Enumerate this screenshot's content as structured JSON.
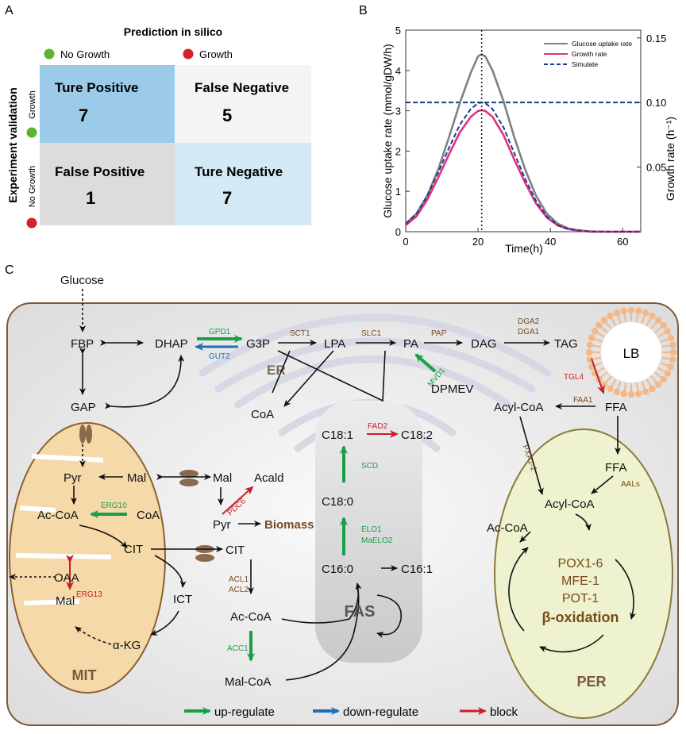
{
  "panel_a": {
    "letter": "A",
    "title": "Prediction in silico",
    "legend_no_growth": "No Growth",
    "legend_growth": "Growth",
    "colors": {
      "no_growth": "#5cb531",
      "growth": "#d4202b",
      "tp": "#9bcbe9",
      "fn": "#f4f5f3",
      "fp": "#dcdcdc",
      "tn": "#d4e9f6"
    },
    "ylabel": "Experiment validation",
    "row_growth": "Growth",
    "row_no_growth": "No Growth",
    "cells": [
      {
        "label": "Ture Positive",
        "value": "7"
      },
      {
        "label": "False Negative",
        "value": "5"
      },
      {
        "label": "False Positive",
        "value": "1"
      },
      {
        "label": "Ture Negative",
        "value": "7"
      }
    ]
  },
  "chart_data": {
    "type": "line",
    "panel_letter": "B",
    "xlabel": "Time(h)",
    "ylabel": "Glucose uptake rate (mmol/gDW/h)",
    "y2label": "Growth rate (h⁻¹)",
    "xlim": [
      0,
      65
    ],
    "ylim": [
      0,
      5
    ],
    "y2lim": [
      0,
      0.156
    ],
    "xticks": [
      "0",
      "20",
      "40",
      "60"
    ],
    "yticks": [
      "0",
      "1",
      "2",
      "3",
      "4",
      "5"
    ],
    "y2ticks": [
      "0.05",
      "0.10",
      "0.15"
    ],
    "vline_x": 21,
    "legend_position": "top-right",
    "series": [
      {
        "name": "Glucose uptake rate",
        "color": "#808080",
        "style": "solid",
        "axis": "left",
        "x": [
          0,
          3,
          6,
          9,
          12,
          15,
          18,
          20,
          21,
          22,
          24,
          27,
          30,
          33,
          36,
          39,
          42,
          45,
          48,
          51,
          55,
          60,
          65
        ],
        "y": [
          0.2,
          0.45,
          0.9,
          1.55,
          2.35,
          3.2,
          3.95,
          4.35,
          4.4,
          4.35,
          4.0,
          3.25,
          2.35,
          1.55,
          0.9,
          0.45,
          0.2,
          0.08,
          0.03,
          0.01,
          0,
          0,
          0
        ]
      },
      {
        "name": "Growth rate",
        "color": "#e4317f",
        "style": "solid",
        "axis": "right",
        "x": [
          0,
          3,
          6,
          9,
          12,
          15,
          18,
          20,
          21,
          22,
          24,
          27,
          30,
          33,
          36,
          39,
          42,
          45,
          48,
          51,
          55,
          60,
          65
        ],
        "y": [
          0.005,
          0.012,
          0.025,
          0.042,
          0.06,
          0.077,
          0.089,
          0.0935,
          0.094,
          0.0935,
          0.089,
          0.075,
          0.056,
          0.038,
          0.022,
          0.011,
          0.005,
          0.002,
          0.001,
          0,
          0,
          0,
          0
        ]
      },
      {
        "name": "Simulate",
        "color": "#1a3a8c",
        "style": "dashed",
        "axis": "right",
        "x": [
          0,
          3,
          6,
          9,
          12,
          15,
          18,
          20,
          21,
          22,
          24,
          27,
          30,
          33,
          36,
          39,
          42,
          45,
          48,
          51,
          55,
          60,
          65
        ],
        "y": [
          0.006,
          0.014,
          0.028,
          0.046,
          0.065,
          0.083,
          0.095,
          0.0995,
          0.1,
          0.0995,
          0.095,
          0.081,
          0.061,
          0.041,
          0.024,
          0.012,
          0.005,
          0.002,
          0.001,
          0,
          0,
          0,
          0
        ]
      }
    ],
    "hline": {
      "name": "Simulate",
      "y2": 0.1,
      "color": "#1a3a8c",
      "style": "dashed"
    }
  },
  "panel_c": {
    "letter": "C",
    "organelles": {
      "er": "ER",
      "mit": "MIT",
      "per": "PER",
      "lb": "LB",
      "fas": "FAS"
    },
    "metabolites": {
      "glucose": "Glucose",
      "fbp": "FBP",
      "dhap": "DHAP",
      "g3p": "G3P",
      "lpa": "LPA",
      "pa": "PA",
      "dag": "DAG",
      "tag": "TAG",
      "gap": "GAP",
      "coa_er": "CoA",
      "dpmev": "DPMEV",
      "acyl_coa_top": "Acyl-CoA",
      "ffa_top": "FFA",
      "ffa_per": "FFA",
      "acyl_coa_per": "Acyl-CoA",
      "ac_coa_per": "Ac-CoA",
      "c18_1": "C18:1",
      "c18_2": "C18:2",
      "c18_0": "C18:0",
      "c16_0": "C16:0",
      "c16_1": "C16:1",
      "pyr_mit": "Pyr",
      "mal_mit": "Mal",
      "ac_coa_mit": "Ac-CoA",
      "coa_mit": "CoA",
      "cit_mit": "CIT",
      "oaa": "OAA",
      "ict": "ICT",
      "mal_mit2": "Mal",
      "akg": "α-KG",
      "mal_cyt": "Mal",
      "acald": "Acald",
      "pyr_cyt": "Pyr",
      "biomass": "Biomass",
      "cit_cyt": "CIT",
      "ac_coa_cyt": "Ac-CoA",
      "mal_coa": "Mal-CoA"
    },
    "enzymes": {
      "gpd1": "GPD1",
      "gut2": "GUT2",
      "sct1": "SCT1",
      "slc1": "SLC1",
      "pap": "PAP",
      "dga2": "DGA2",
      "dga1": "DGA1",
      "mvd1": "MVD1",
      "tgl4": "TGL4",
      "faa1": "FAA1",
      "fad2": "FAD2",
      "scd": "SCD",
      "elo1": "ELO1",
      "maelo2": "MaELO2",
      "pxa": "PXA1-2",
      "aals": "AALs",
      "erg10": "ERG10",
      "pdc6": "PDC6",
      "erg13": "ERG13",
      "acl1": "ACL1",
      "acl2": "ACL2",
      "acc1": "ACC1"
    },
    "beta_ox": {
      "l1": "POX1-6",
      "l2": "MFE-1",
      "l3": "POT-1",
      "title": "β-oxidation"
    },
    "legend": {
      "up": "up-regulate",
      "down": "down-regulate",
      "block": "block"
    },
    "colors": {
      "up": "#1a9e4a",
      "down": "#1f6fb5",
      "block": "#c8202a",
      "enzyme_brown": "#7a4a1a",
      "mit_fill": "#f5d9a8",
      "per_fill": "#eef2cf",
      "cell_fill": "#eaeaea"
    }
  }
}
